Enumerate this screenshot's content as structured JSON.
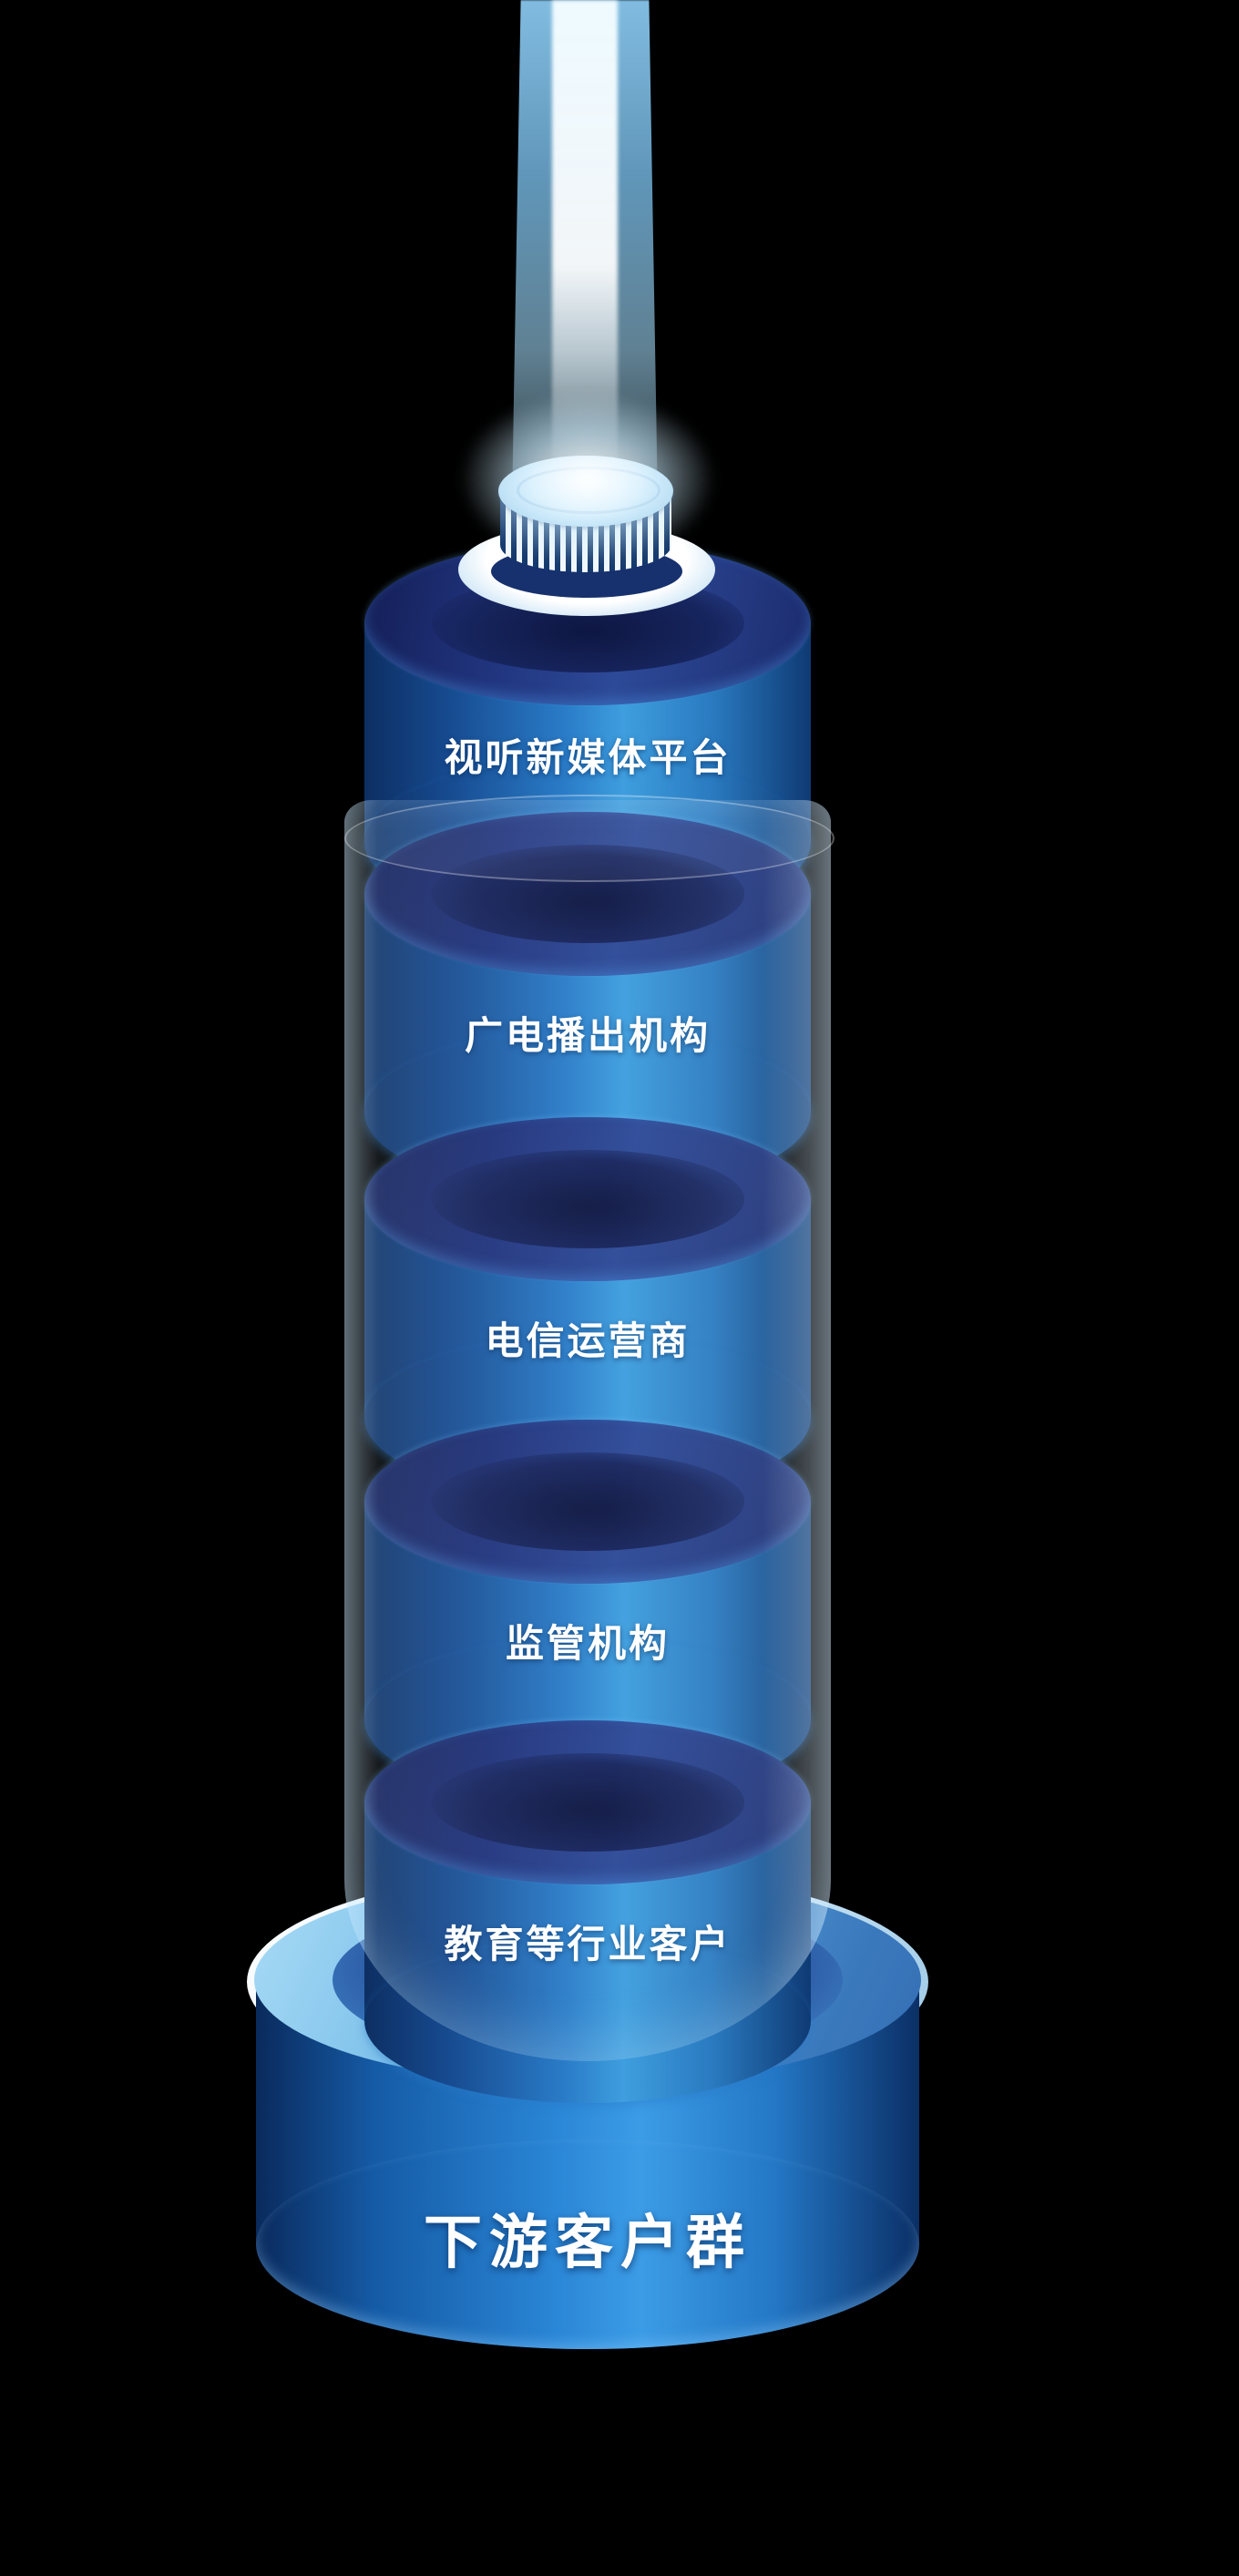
{
  "diagram": {
    "segments": [
      {
        "label": "视听新媒体平台"
      },
      {
        "label": "广电播出机构"
      },
      {
        "label": "电信运营商"
      },
      {
        "label": "监管机构"
      },
      {
        "label": "教育等行业客户"
      }
    ],
    "base_label": "下游客户群",
    "colors": {
      "background": "#000000",
      "cylinder_body_bright": "#3e9ede",
      "cylinder_body_dark": "#0d2f62",
      "cylinder_top_dark": "#1c2b6d",
      "base_top_light": "#aadcf6",
      "beam_light": "#bfe6fa",
      "label_text": "#ffffff"
    }
  }
}
